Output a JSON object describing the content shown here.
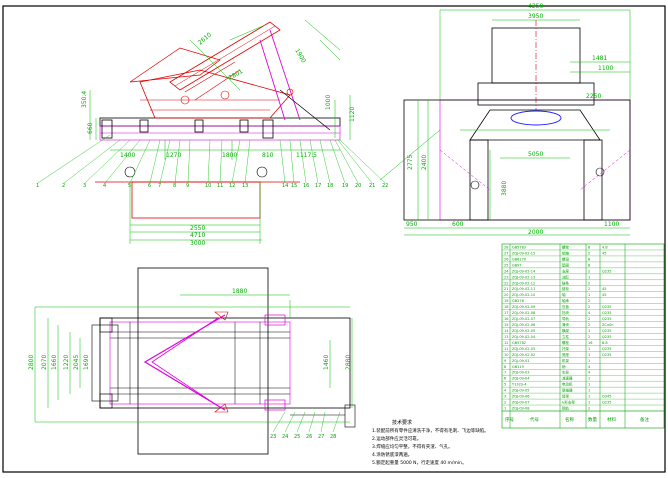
{
  "drawing": {
    "colors": {
      "frame": "#000000",
      "green": "#00c000",
      "red": "#e00000",
      "magenta": "#e000e0",
      "blue": "#2020ff",
      "black": "#000000"
    },
    "side_view": {
      "dims": [
        "2610",
        "2801",
        "1900",
        "350.4",
        "660",
        "1120",
        "1800",
        "810",
        "1117.5",
        "1400",
        "1270",
        "1000",
        "2550",
        "4710",
        "3000"
      ],
      "balloons": [
        "1",
        "2",
        "3",
        "4",
        "5",
        "6",
        "7",
        "8",
        "9",
        "10",
        "11",
        "12",
        "13",
        "14",
        "15",
        "16",
        "17",
        "18",
        "19",
        "20",
        "21",
        "22"
      ]
    },
    "end_view": {
      "dims": [
        "4250",
        "3950",
        "1481",
        "1100",
        "2250",
        "5050",
        "2775",
        "3880",
        "2000",
        "2400",
        "600",
        "1100",
        "950"
      ]
    },
    "plan_view": {
      "dims": [
        "1880",
        "2800",
        "2070",
        "1660",
        "1220",
        "2045",
        "1690",
        "1460",
        "2880"
      ],
      "balloons": [
        "23",
        "24",
        "25",
        "26",
        "27",
        "28"
      ]
    },
    "bom": {
      "header": [
        "序号",
        "代号",
        "名称",
        "数量",
        "材料",
        "备注"
      ],
      "rows": [
        [
          "28",
          "GB5783",
          "螺栓",
          "8",
          "4.8",
          ""
        ],
        [
          "27",
          "ZQJ-09-02-15",
          "销轴",
          "2",
          "45",
          ""
        ],
        [
          "26",
          "GB6170",
          "螺母",
          "8",
          "",
          ""
        ],
        [
          "25",
          "GB97",
          "垫圈",
          "8",
          "",
          ""
        ],
        [
          "24",
          "ZQJ-09-02-14",
          "支座",
          "2",
          "Q235",
          ""
        ],
        [
          "23",
          "ZQJ-09-02-13",
          "油缸",
          "1",
          "",
          ""
        ],
        [
          "22",
          "ZQJ-09-02-12",
          "链条",
          "2",
          "",
          ""
        ],
        [
          "21",
          "ZQJ-09-02-11",
          "链轮",
          "2",
          "45",
          ""
        ],
        [
          "20",
          "ZQJ-09-02-10",
          "轴",
          "1",
          "45",
          ""
        ],
        [
          "19",
          "GB276",
          "轴承",
          "2",
          "",
          ""
        ],
        [
          "18",
          "ZQJ-09-02-09",
          "压板",
          "2",
          "Q235",
          ""
        ],
        [
          "17",
          "ZQJ-09-02-08",
          "挡块",
          "4",
          "Q235",
          ""
        ],
        [
          "16",
          "ZQJ-09-02-07",
          "导轨",
          "2",
          "Q235",
          ""
        ],
        [
          "15",
          "ZQJ-09-02-06",
          "滑块",
          "2",
          "ZCuSn",
          ""
        ],
        [
          "14",
          "ZQJ-09-02-05",
          "横梁",
          "1",
          "Q235",
          ""
        ],
        [
          "13",
          "ZQJ-09-02-04",
          "立柱",
          "2",
          "Q235",
          ""
        ],
        [
          "12",
          "GB5782",
          "螺栓",
          "16",
          "8.8",
          ""
        ],
        [
          "11",
          "ZQJ-09-02-03",
          "托架",
          "1",
          "Q235",
          ""
        ],
        [
          "10",
          "ZQJ-09-02-02",
          "底座",
          "1",
          "Q235",
          ""
        ],
        [
          "9",
          "ZQJ-09-01",
          "机架",
          "1",
          "",
          ""
        ],
        [
          "8",
          "GB119",
          "销",
          "4",
          "",
          ""
        ],
        [
          "7",
          "ZQJ-09-03",
          "车轮",
          "4",
          "",
          ""
        ],
        [
          "6",
          "ZQJ-09-04",
          "减速器",
          "1",
          "",
          ""
        ],
        [
          "5",
          "Y132S-4",
          "电动机",
          "1",
          "",
          ""
        ],
        [
          "4",
          "ZQJ-09-05",
          "联轴器",
          "1",
          "",
          ""
        ],
        [
          "3",
          "ZQJ-09-06",
          "臂架",
          "1",
          "Q345",
          ""
        ],
        [
          "2",
          "ZQJ-09-07",
          "V形支架",
          "1",
          "Q235",
          ""
        ],
        [
          "1",
          "ZQJ-09-08",
          "钢轨",
          "2",
          "",
          ""
        ]
      ]
    },
    "notes": {
      "title": "技术要求",
      "lines": [
        "1.装配前所有零件应清洗干净，不得有毛刺、飞边等缺陷。",
        "2.运动部件应灵活可靠。",
        "3.焊缝应均匀平整，不得有夹渣、气孔。",
        "4.涂防锈底漆两遍。",
        "5.额定起重量 5000 N，行走速度 40 m/min。"
      ]
    }
  }
}
